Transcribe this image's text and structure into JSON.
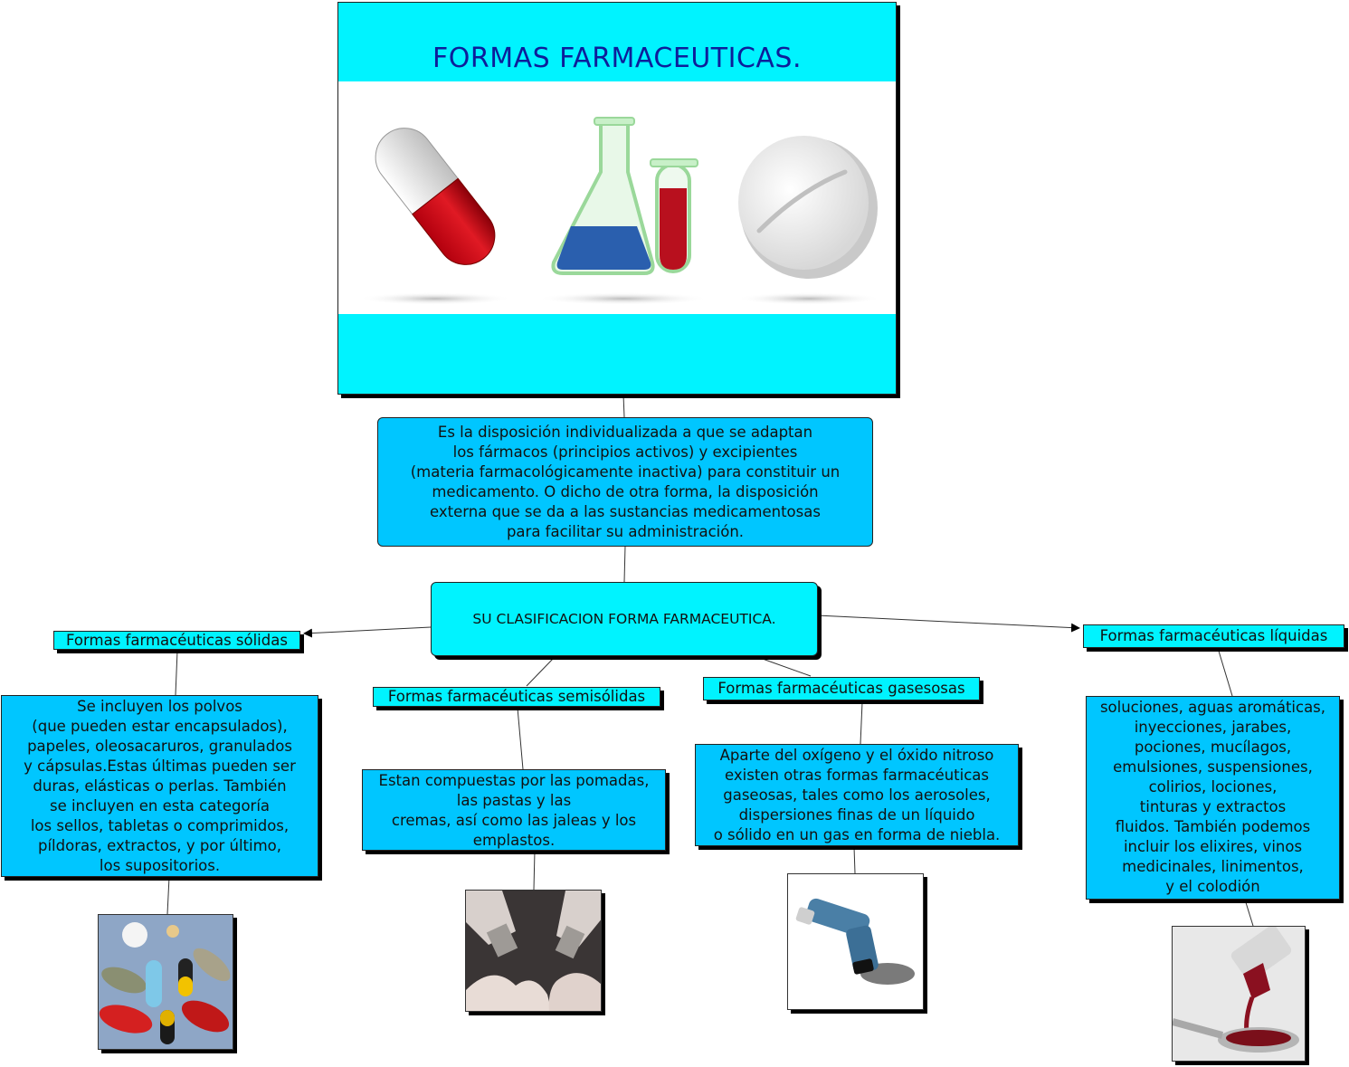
{
  "banner": {
    "title": "FORMAS FARMACEUTICAS."
  },
  "definition": "Es la disposición individualizada a que se adaptan\nlos fármacos (principios activos) y excipientes\n(materia farmacológicamente inactiva) para constituir un\nmedicamento. O dicho de otra forma, la disposición\nexterna que se da a las sustancias medicamentosas\npara facilitar su administración.",
  "classification": "SU CLASIFICACION FORMA FARMACEUTICA.",
  "categories": {
    "solidas": {
      "label": "Formas farmacéuticas sólidas",
      "text": "Se incluyen los polvos\n(que pueden estar encapsulados),\npapeles, oleosacaruros, granulados\ny cápsulas.Estas últimas pueden ser\nduras, elásticas o perlas. También\nse incluyen en esta categoría\nlos sellos, tabletas o comprimidos,\npíldoras, extractos, y por último,\nlos supositorios."
    },
    "semisolidas": {
      "label": "Formas farmacéuticas semisólidas",
      "text": "Estan compuestas por las pomadas,\nlas pastas y las\ncremas, así como las jaleas y los\nemplastos."
    },
    "gaseosas": {
      "label": "Formas farmacéuticas gasesosas",
      "text": "Aparte del oxígeno y el óxido nitroso\nexisten otras formas farmacéuticas\ngaseosas, tales como los aerosoles,\ndispersiones finas de un líquido\no sólido en un gas en forma de niebla."
    },
    "liquidas": {
      "label": "Formas farmacéuticas líquidas",
      "text": "soluciones, aguas aromáticas,\ninyecciones, jarabes,\npociones, mucílagos,\nemulsiones, suspensiones,\ncolirios, lociones,\ntinturas y extractos\nfluidos. También podemos\nincluir los elixires, vinos\nmedicinales, linimentos,\ny el colodión"
    }
  },
  "colors": {
    "node": "#00c6ff",
    "label": "#00f3ff",
    "title": "#0d1e9a"
  }
}
